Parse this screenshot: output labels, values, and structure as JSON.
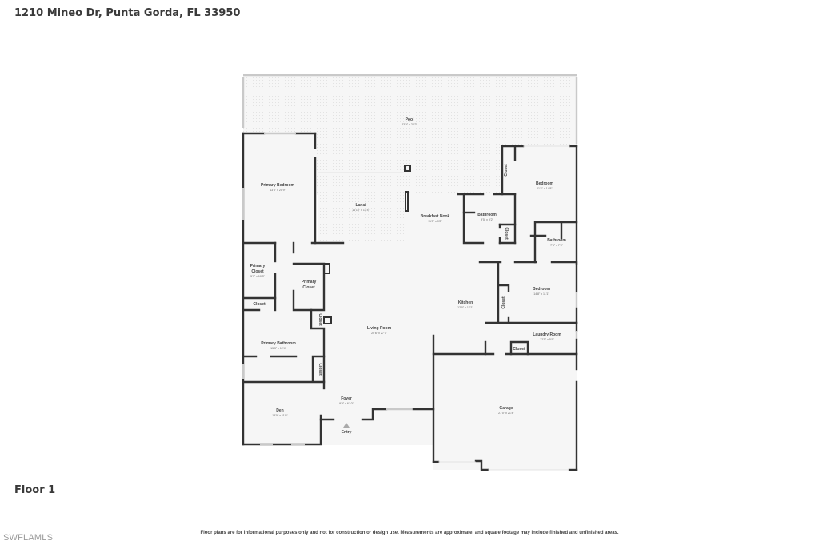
{
  "header": {
    "address": "1210 Mineo Dr, Punta Gorda, FL 33950"
  },
  "floor": {
    "label": "Floor 1"
  },
  "watermark": "SWFLAMLS",
  "disclaimer": "Floor plans are for informational purposes only and not for construction or design use. Measurements are approximate, and square footage may include finished and unfinished areas.",
  "rooms": {
    "pool": {
      "name": "Pool",
      "dims": "43'9\" x 22'3\""
    },
    "primary_bedroom": {
      "name": "Primary Bedroom",
      "dims": "13'5\" x 20'9\""
    },
    "lanai": {
      "name": "Lanai",
      "dims": "16'10\" x 13'4\""
    },
    "breakfast_nook": {
      "name": "Breakfast Nook",
      "dims": "11'0\" x 9'2\""
    },
    "bathroom_1": {
      "name": "Bathroom",
      "dims": "9'5\" x 9'2\""
    },
    "bedroom_1": {
      "name": "Bedroom",
      "dims": "11'4\" x 14'8\""
    },
    "bathroom_2": {
      "name": "Bathroom",
      "dims": "7'5\" x 7'6\""
    },
    "primary_closet_1": {
      "name": "Primary Closet",
      "dims": "5'9\" x 10'3\""
    },
    "primary_closet_2": {
      "name": "Primary Closet",
      "dims": ""
    },
    "closet_a": {
      "name": "Closet"
    },
    "closet_b": {
      "name": "Closet"
    },
    "closet_c": {
      "name": "Closet"
    },
    "closet_d": {
      "name": "Closet"
    },
    "closet_e": {
      "name": "Closet"
    },
    "closet_f": {
      "name": "Closet"
    },
    "closet_g": {
      "name": "Closet"
    },
    "primary_bathroom": {
      "name": "Primary Bathroom",
      "dims": "15'3\" x 12'4\""
    },
    "living_room": {
      "name": "Living Room",
      "dims": "20'6\" x 27'7\""
    },
    "kitchen": {
      "name": "Kitchen",
      "dims": "12'0\" x 17'1\""
    },
    "bedroom_2": {
      "name": "Bedroom",
      "dims": "14'8\" x 11'1\""
    },
    "laundry_room": {
      "name": "Laundry Room",
      "dims": "12'5\" x 5'9\""
    },
    "den": {
      "name": "Den",
      "dims": "14'5\" x 11'9\""
    },
    "foyer": {
      "name": "Foyer",
      "dims": "9'9\" x 6'10\""
    },
    "garage": {
      "name": "Garage",
      "dims": "27'0\" x 21'8\""
    },
    "entry": {
      "name": "Entry"
    }
  }
}
